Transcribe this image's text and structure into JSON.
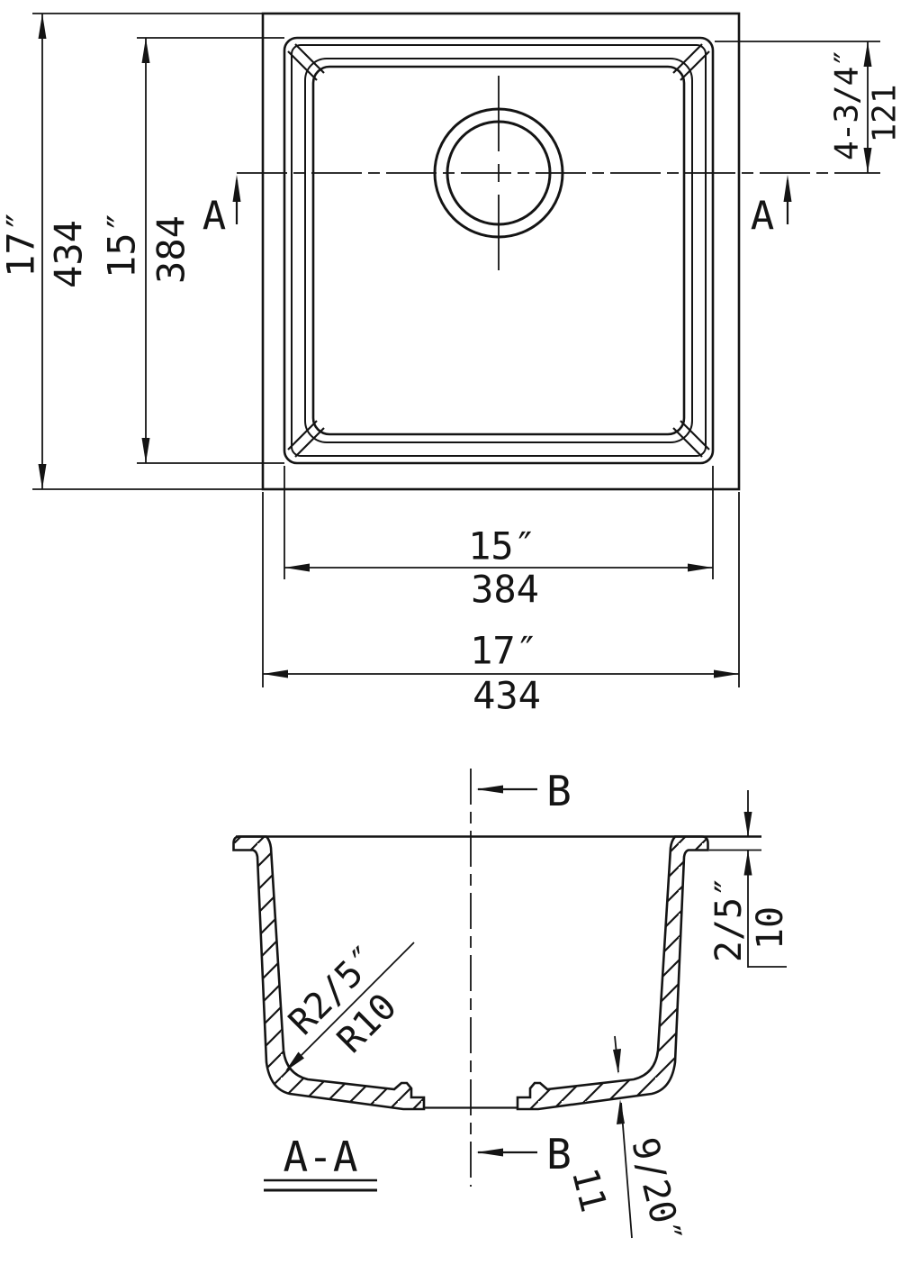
{
  "drawing": {
    "top_view": {
      "width_outer_in": "17″",
      "width_outer_mm": "434",
      "width_inner_in": "15″",
      "width_inner_mm": "384",
      "height_outer_in": "17″",
      "height_outer_mm": "434",
      "height_inner_in": "15″",
      "height_inner_mm": "384",
      "drain_offset_in": "4-3/4″",
      "drain_offset_mm": "121",
      "section_label_left": "A",
      "section_label_right": "A"
    },
    "section_view": {
      "title": "A-A",
      "section_label_top": "B",
      "section_label_bottom": "B",
      "rim_in": "2/5″",
      "rim_mm": "10",
      "radius_in": "R2/5″",
      "radius_mm": "R10",
      "thickness_in": "9/20″",
      "thickness_mm": "11"
    }
  }
}
